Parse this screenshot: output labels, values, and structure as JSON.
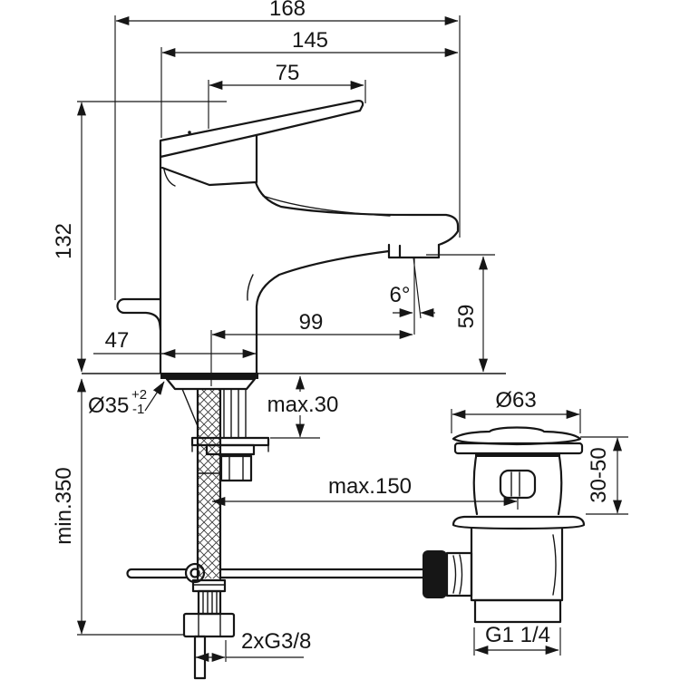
{
  "drawing": {
    "subject": "single-lever basin mixer faucet with pop-up waste, dimensioned technical drawing",
    "colors": {
      "ink": "#161616",
      "background": "#ffffff"
    },
    "labels": {
      "total_length": "168",
      "length_to_spout_tip": "145",
      "handle_projection": "75",
      "body_height": "132",
      "body_width": "47",
      "spout_reach": "99",
      "spray_angle": "6°",
      "spout_height": "59",
      "hole_diameter": "Ø35",
      "hole_tol_plus": "+2",
      "hole_tol_minus": "-1",
      "deck_thickness": "max.30",
      "min_depth": "min.350",
      "drain_offset": "max.150",
      "waste_cap_diameter": "Ø63",
      "waste_height_range": "30-50",
      "supply_thread": "2xG3/8",
      "waste_thread": "G1 1/4"
    }
  }
}
